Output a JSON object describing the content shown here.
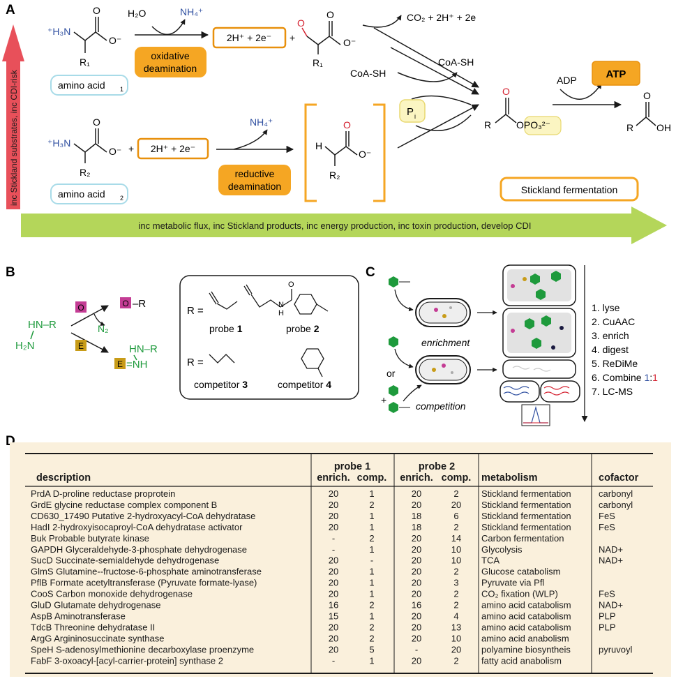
{
  "panels": {
    "a": "A",
    "b": "B",
    "c": "C",
    "d": "D"
  },
  "colors": {
    "orange": "#f5a623",
    "orange_stroke": "#e8900c",
    "red_arrow": "#e8505a",
    "green_arrow": "#b4d65a",
    "blue": "#2f4fa0",
    "red": "#d4202f",
    "green": "#1e9a3c",
    "magenta": "#c43c94",
    "olive": "#c89c18",
    "yellow_bg": "#fbf5c2",
    "cyan_box": "#a8dbe8",
    "table_bg": "#faf0dc"
  },
  "panel_a": {
    "water": "H₂O",
    "ammonium_top": "NH₄⁺",
    "ammonium_bottom": "NH₄⁺",
    "amino_n1": "⁺H₃N",
    "amino_n2": "⁺H₃N",
    "r1": "R₁",
    "r1b": "R₁",
    "r2": "R₂",
    "r2b": "R₂",
    "o_label": "O",
    "o_minus": "O⁻",
    "oxidative": "oxidative",
    "deamination1": "deamination",
    "reductive": "reductive",
    "deamination2": "deamination",
    "electrons": "2H⁺  +  2e⁻",
    "plus": "+",
    "co2_line": "CO₂  +   2H⁺  +  2e",
    "coash_left": "CoA-SH",
    "coash_right": "CoA-SH",
    "pi_label": "Pi",
    "pi_main": "P",
    "pi_sub": "i",
    "adp": "ADP",
    "atp": "ATP",
    "r_label": "R",
    "opo3_label": "OPO₃²⁻",
    "oh_label": "OH",
    "h_label": "H",
    "amino_acid1": "amino acid",
    "amino_acid1_sub": "1",
    "amino_acid2": "amino acid",
    "amino_acid2_sub": "2",
    "stickland": "Stickland fermentation",
    "vertical_arrow": "inc Stickland substrates, inc CDI-risk",
    "horizontal_arrow": "inc metabolic flux, inc Stickland products, inc energy production, inc toxin production, develop CDI"
  },
  "panel_b": {
    "nh_r": "HN–R",
    "h2n": "H₂N",
    "n_label": "N",
    "o_box": "O",
    "e_box": "E",
    "n2": "N₂",
    "o_r": "–R",
    "e_nh": "=NH",
    "hn_r2": "HN–R",
    "r_eq": "R =",
    "probe1": "probe ",
    "probe1_num": "1",
    "probe2": "probe ",
    "probe2_num": "2",
    "competitor3": "competitor ",
    "competitor3_num": "3",
    "competitor4": "competitor ",
    "competitor4_num": "4",
    "n_amide": "N",
    "h_amide": "H",
    "o_amide": "O"
  },
  "panel_c": {
    "enrichment": "enrichment",
    "or": "or",
    "plus": "+",
    "competition": "competition",
    "steps": [
      "1. lyse",
      "2. CuAAC",
      "3. enrich",
      "4. digest",
      "5. ReDiMe"
    ],
    "step6_prefix": "6. Combine ",
    "step6_one": "1",
    "step6_colon": ":",
    "step6_two": "1",
    "step7": "7. LC-MS"
  },
  "panel_d": {
    "headers": {
      "description": "description",
      "probe1": "probe 1",
      "probe2": "probe 2",
      "enrich1": "enrich.",
      "comp1": "comp.",
      "enrich2": "enrich.",
      "comp2": "comp.",
      "metabolism": "metabolism",
      "cofactor": "cofactor"
    },
    "rows": [
      {
        "desc": "PrdA D-proline reductase proprotein",
        "p1e": "20",
        "p1c": "1",
        "p2e": "20",
        "p2c": "2",
        "met": "Stickland fermentation",
        "cof": "carbonyl"
      },
      {
        "desc": "GrdE glycine reductase complex component B",
        "p1e": "20",
        "p1c": "2",
        "p2e": "20",
        "p2c": "20",
        "met": "Stickland fermentation",
        "cof": "carbonyl"
      },
      {
        "desc": "CD630_17490 Putative 2-hydroxyacyl-CoA dehydratase",
        "p1e": "20",
        "p1c": "1",
        "p2e": "18",
        "p2c": "6",
        "met": "Stickland fermentation",
        "cof": "FeS"
      },
      {
        "desc": "HadI 2-hydroxyisocaproyl-CoA dehydratase activator",
        "p1e": "20",
        "p1c": "1",
        "p2e": "18",
        "p2c": "2",
        "met": "Stickland fermentation",
        "cof": "FeS"
      },
      {
        "desc": "Buk Probable butyrate kinase",
        "p1e": "-",
        "p1c": "2",
        "p2e": "20",
        "p2c": "14",
        "met": "Carbon fermentation",
        "cof": ""
      },
      {
        "desc": "GAPDH Glyceraldehyde-3-phosphate dehydrogenase",
        "p1e": "-",
        "p1c": "1",
        "p2e": "20",
        "p2c": "10",
        "met": "Glycolysis",
        "cof": "NAD+"
      },
      {
        "desc": "SucD Succinate-semialdehyde dehydrogenase",
        "p1e": "20",
        "p1c": "-",
        "p2e": "20",
        "p2c": "10",
        "met": "TCA",
        "cof": "NAD+"
      },
      {
        "desc": "GlmS Glutamine--fructose-6-phosphate aminotransferase",
        "p1e": "20",
        "p1c": "1",
        "p2e": "20",
        "p2c": "2",
        "met": "Glucose catabolism",
        "cof": ""
      },
      {
        "desc": "PflB Formate acetyltransferase (Pyruvate formate-lyase)",
        "p1e": "20",
        "p1c": "1",
        "p2e": "20",
        "p2c": "3",
        "met": "Pyruvate via Pfl",
        "cof": ""
      },
      {
        "desc": "CooS Carbon monoxide dehydrogenase",
        "p1e": "20",
        "p1c": "1",
        "p2e": "20",
        "p2c": "2",
        "met": "CO₂ fixation (WLP)",
        "cof": "FeS"
      },
      {
        "desc": "GluD Glutamate dehydrogenase",
        "p1e": "16",
        "p1c": "2",
        "p2e": "16",
        "p2c": "2",
        "met": "amino acid catabolism",
        "cof": "NAD+"
      },
      {
        "desc": "AspB Aminotransferase",
        "p1e": "15",
        "p1c": "1",
        "p2e": "20",
        "p2c": "4",
        "met": "amino acid catabolism",
        "cof": "PLP"
      },
      {
        "desc": "TdcB Threonine dehydratase II",
        "p1e": "20",
        "p1c": "2",
        "p2e": "20",
        "p2c": "13",
        "met": "amino acid catabolism",
        "cof": "PLP"
      },
      {
        "desc": "ArgG Argininosuccinate synthase",
        "p1e": "20",
        "p1c": "2",
        "p2e": "20",
        "p2c": "10",
        "met": "amino acid anabolism",
        "cof": ""
      },
      {
        "desc": "SpeH S-adenosylmethionine decarboxylase proenzyme",
        "p1e": "20",
        "p1c": "5",
        "p2e": "-",
        "p2c": "20",
        "met": "polyamine biosyntheis",
        "cof": "pyruvoyl"
      },
      {
        "desc": "FabF 3-oxoacyl-[acyl-carrier-protein] synthase 2",
        "p1e": "-",
        "p1c": "1",
        "p2e": "20",
        "p2c": "2",
        "met": "fatty acid anabolism",
        "cof": ""
      }
    ]
  }
}
